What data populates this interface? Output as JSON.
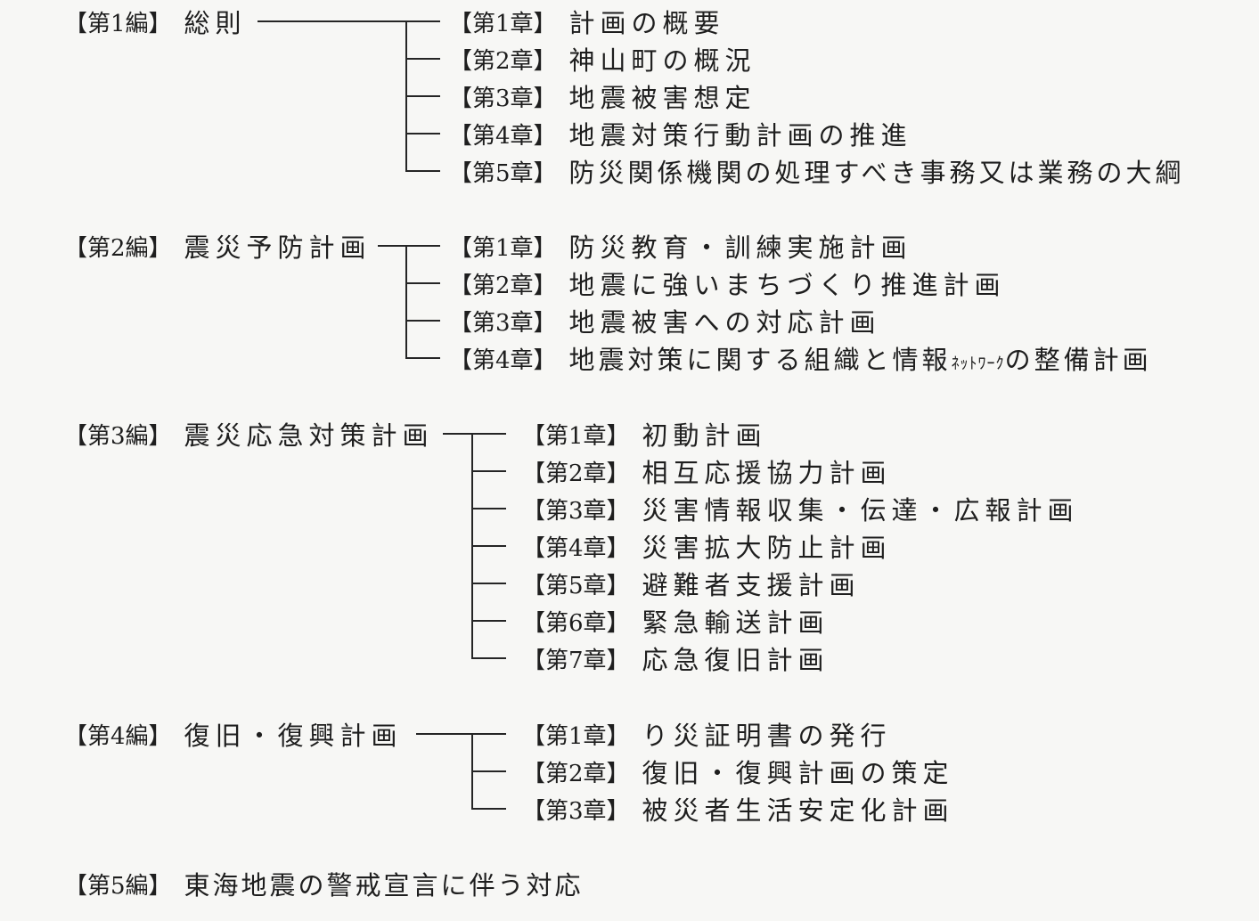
{
  "parts": [
    {
      "label": "【第1編】",
      "title": "総則",
      "chapters": [
        {
          "label": "【第1章】",
          "title": "計画の概要"
        },
        {
          "label": "【第2章】",
          "title": "神山町の概況"
        },
        {
          "label": "【第3章】",
          "title": "地震被害想定"
        },
        {
          "label": "【第4章】",
          "title": "地震対策行動計画の推進"
        },
        {
          "label": "【第5章】",
          "title": "防災関係機関の処理すべき事務又は業務の大綱"
        }
      ]
    },
    {
      "label": "【第2編】",
      "title": "震災予防計画",
      "chapters": [
        {
          "label": "【第1章】",
          "title": "防災教育・訓練実施計画"
        },
        {
          "label": "【第2章】",
          "title": "地震に強いまちづくり推進計画"
        },
        {
          "label": "【第3章】",
          "title": "地震被害への対応計画"
        },
        {
          "label": "【第4章】",
          "title_a": "地震対策に関する組織と情報",
          "title_b": "ﾈｯﾄﾜｰｸ",
          "title_c": "の整備計画"
        }
      ]
    },
    {
      "label": "【第3編】",
      "title": "震災応急対策計画",
      "chapters": [
        {
          "label": "【第1章】",
          "title": "初動計画"
        },
        {
          "label": "【第2章】",
          "title": "相互応援協力計画"
        },
        {
          "label": "【第3章】",
          "title": "災害情報収集・伝達・広報計画"
        },
        {
          "label": "【第4章】",
          "title": "災害拡大防止計画"
        },
        {
          "label": "【第5章】",
          "title": "避難者支援計画"
        },
        {
          "label": "【第6章】",
          "title": "緊急輸送計画"
        },
        {
          "label": "【第7章】",
          "title": "応急復旧計画"
        }
      ]
    },
    {
      "label": "【第4編】",
      "title": "復旧・復興計画",
      "chapters": [
        {
          "label": "【第1章】",
          "title": "り災証明書の発行"
        },
        {
          "label": "【第2章】",
          "title": "復旧・復興計画の策定"
        },
        {
          "label": "【第3章】",
          "title": "被災者生活安定化計画"
        }
      ]
    },
    {
      "label": "【第5編】",
      "title": "東海地震の警戒宣言に伴う対応",
      "chapters": []
    }
  ]
}
